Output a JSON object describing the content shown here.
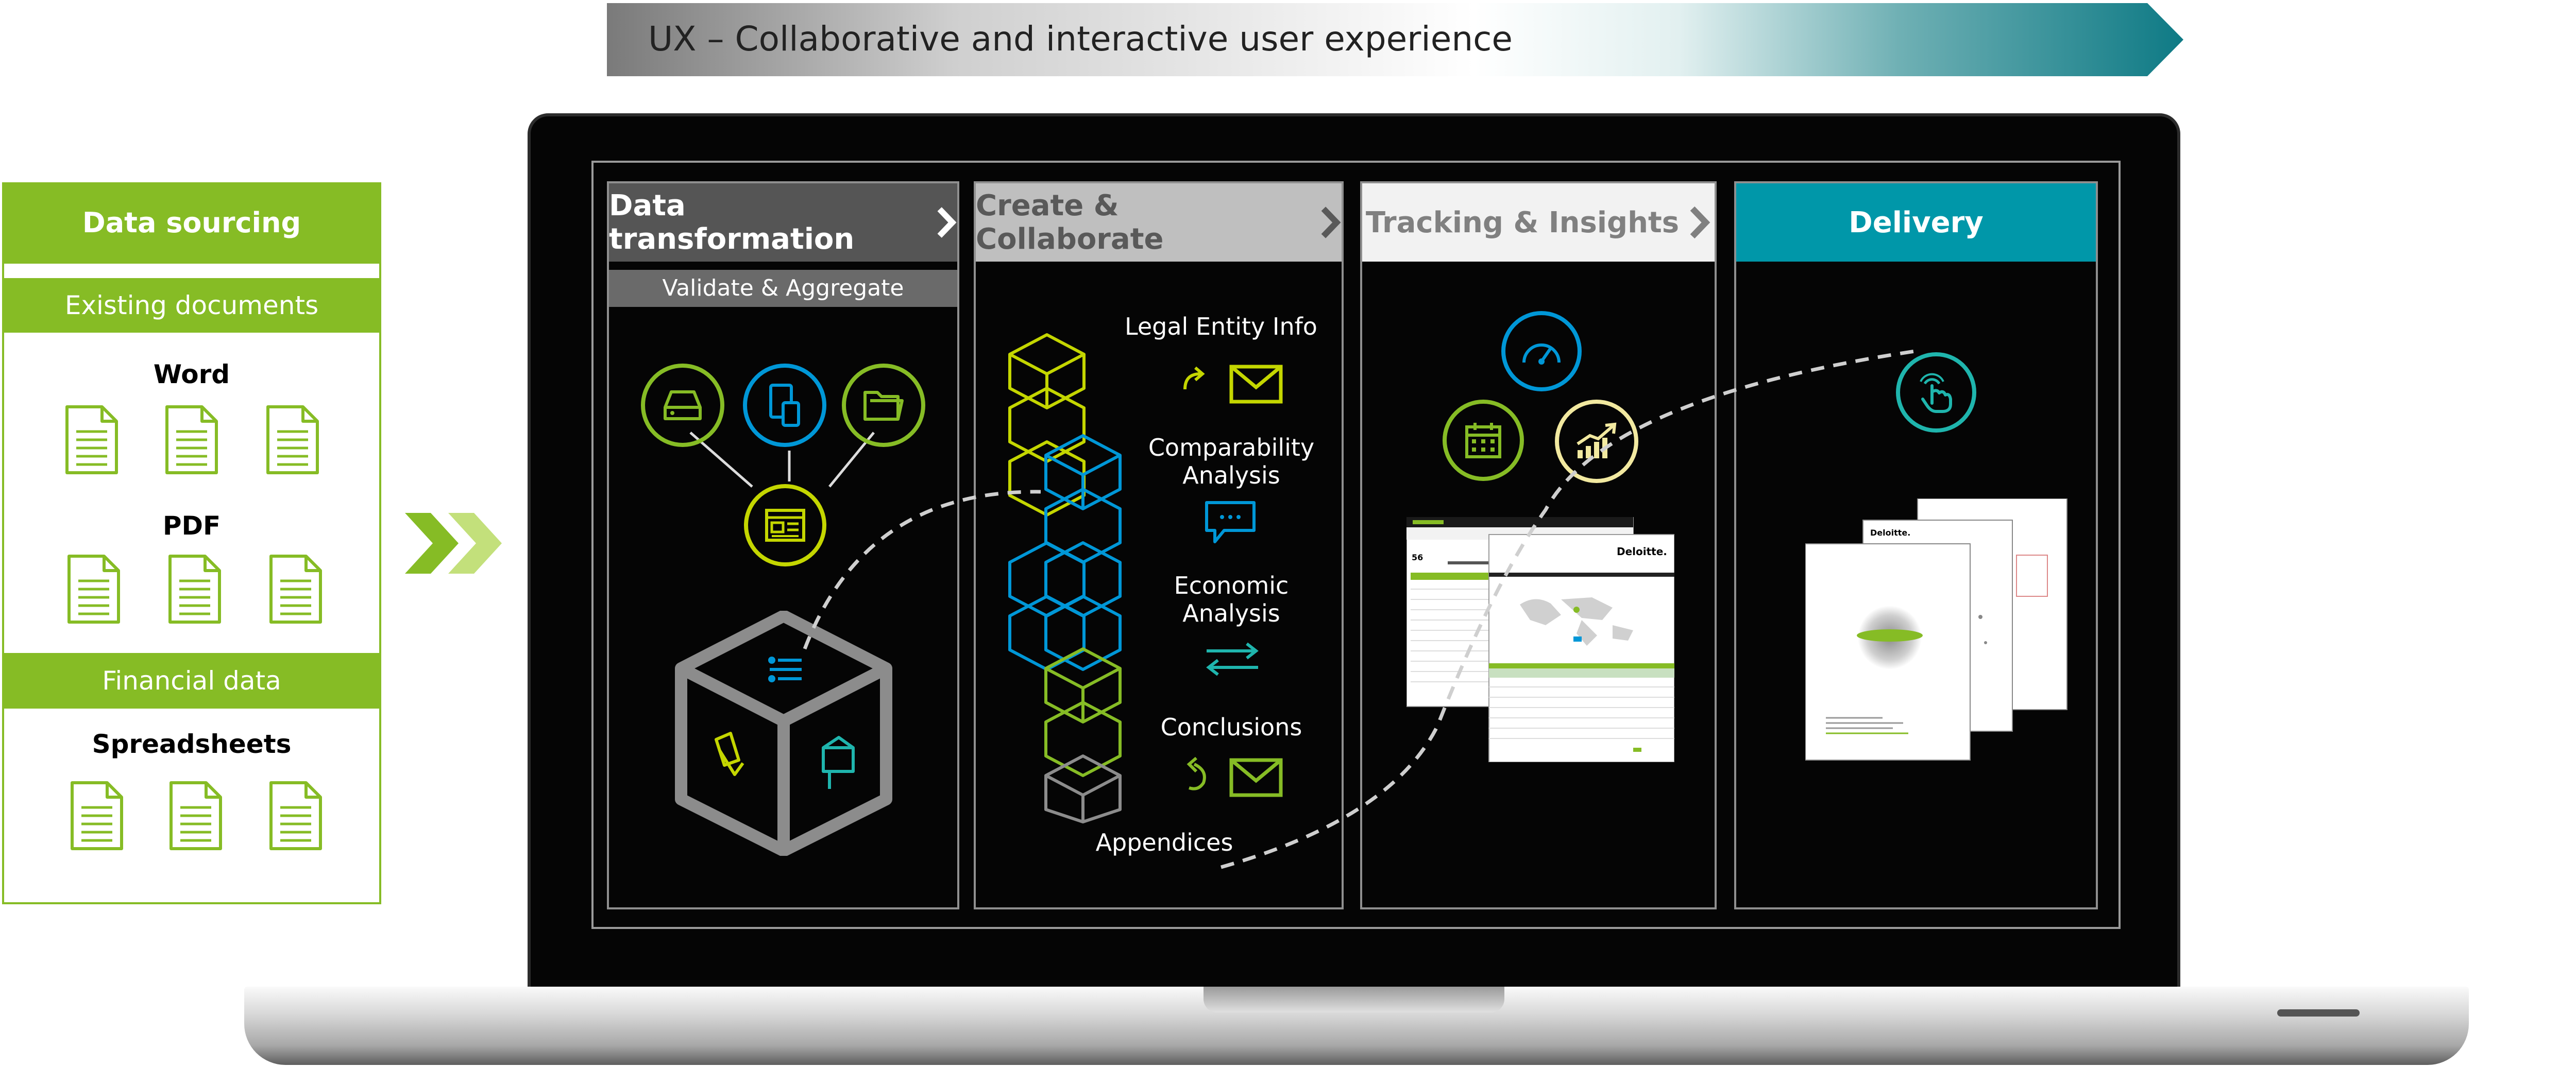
{
  "banner": {
    "title": "UX – Collaborative and interactive user experience"
  },
  "data_sourcing": {
    "title": "Data sourcing",
    "existing_documents": "Existing documents",
    "word": "Word",
    "pdf": "PDF",
    "financial_data": "Financial data",
    "spreadsheets": "Spreadsheets"
  },
  "columns": {
    "transformation": {
      "title": "Data transformation",
      "sub": "Validate & Aggregate"
    },
    "collaborate": {
      "title": "Create & Collaborate"
    },
    "tracking": {
      "title": "Tracking & Insights"
    },
    "delivery": {
      "title": "Delivery"
    }
  },
  "collaborate_steps": {
    "legal_entity": "Legal Entity Info",
    "comparability_1": "Comparability",
    "comparability_2": "Analysis",
    "economic_1": "Economic",
    "economic_2": "Analysis",
    "conclusions": "Conclusions",
    "appendices": "Appendices"
  },
  "tracking_screen": {
    "brand": "Deloitte.",
    "kpi": "56"
  },
  "delivery_report": {
    "brand": "Deloitte."
  },
  "colors": {
    "green": "#86bc25",
    "lime": "#c4d600",
    "blue": "#0097d7",
    "teal": "#0097a9",
    "gray_header": "#bfbfbf",
    "dark_header": "#555555"
  }
}
